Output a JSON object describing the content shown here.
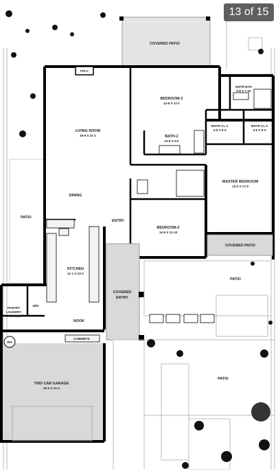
{
  "viewer": {
    "current_index": "13",
    "of_word": "of",
    "total": "15"
  },
  "floorplan": {
    "rooms": {
      "covered_patio_top": "COVERED PATIO",
      "living_room": "LIVING ROOM",
      "living_room_dim": "16-6 X 31-1",
      "fplc": "FPLC",
      "dining": "DINING",
      "bedroom3": "BEDROOM-3",
      "bedroom3_dim": "14-6 X 12-1",
      "bath2": "BATH-2",
      "bath2_dim": "10-5 X 5-0",
      "mstr_bth": "MSTR BTH",
      "mstr_bth_dim": "9-8 X 7-10",
      "mstr_cl1": "MSTR CL-1",
      "mstr_cl1_dim": "4-6 X 6-3",
      "mstr_cl2": "MSTR CL-2",
      "mstr_cl2_dim": "4-6 X 6-3",
      "master_bedroom": "MASTER BEDROOM",
      "master_bedroom_dim": "13-0 X 17-0",
      "patio_left": "PATIO",
      "entry": "ENTRY",
      "bedroom2": "BEDROOM-2",
      "bedroom2_dim": "14-5 X 11-10",
      "covered_patio_right": "COVERED PATIO",
      "patio_right": "PATIO",
      "kitchen": "KITCHEN",
      "kitchen_dim": "11-1 X 22-2",
      "covered_entry_1": "COVERED",
      "covered_entry_2": "ENTRY",
      "pantry": "PANTRY",
      "laundry": "LAUNDRY",
      "pantry_dim": "7-0 X 9-2",
      "wd": "W/D",
      "nook": "NOOK",
      "wh": "WH",
      "cabinets": "CABINETS",
      "garage": "TWO CAR GARAGE",
      "garage_dim": "20-0 X 21-0",
      "patio_bottom": "PATIO"
    }
  }
}
